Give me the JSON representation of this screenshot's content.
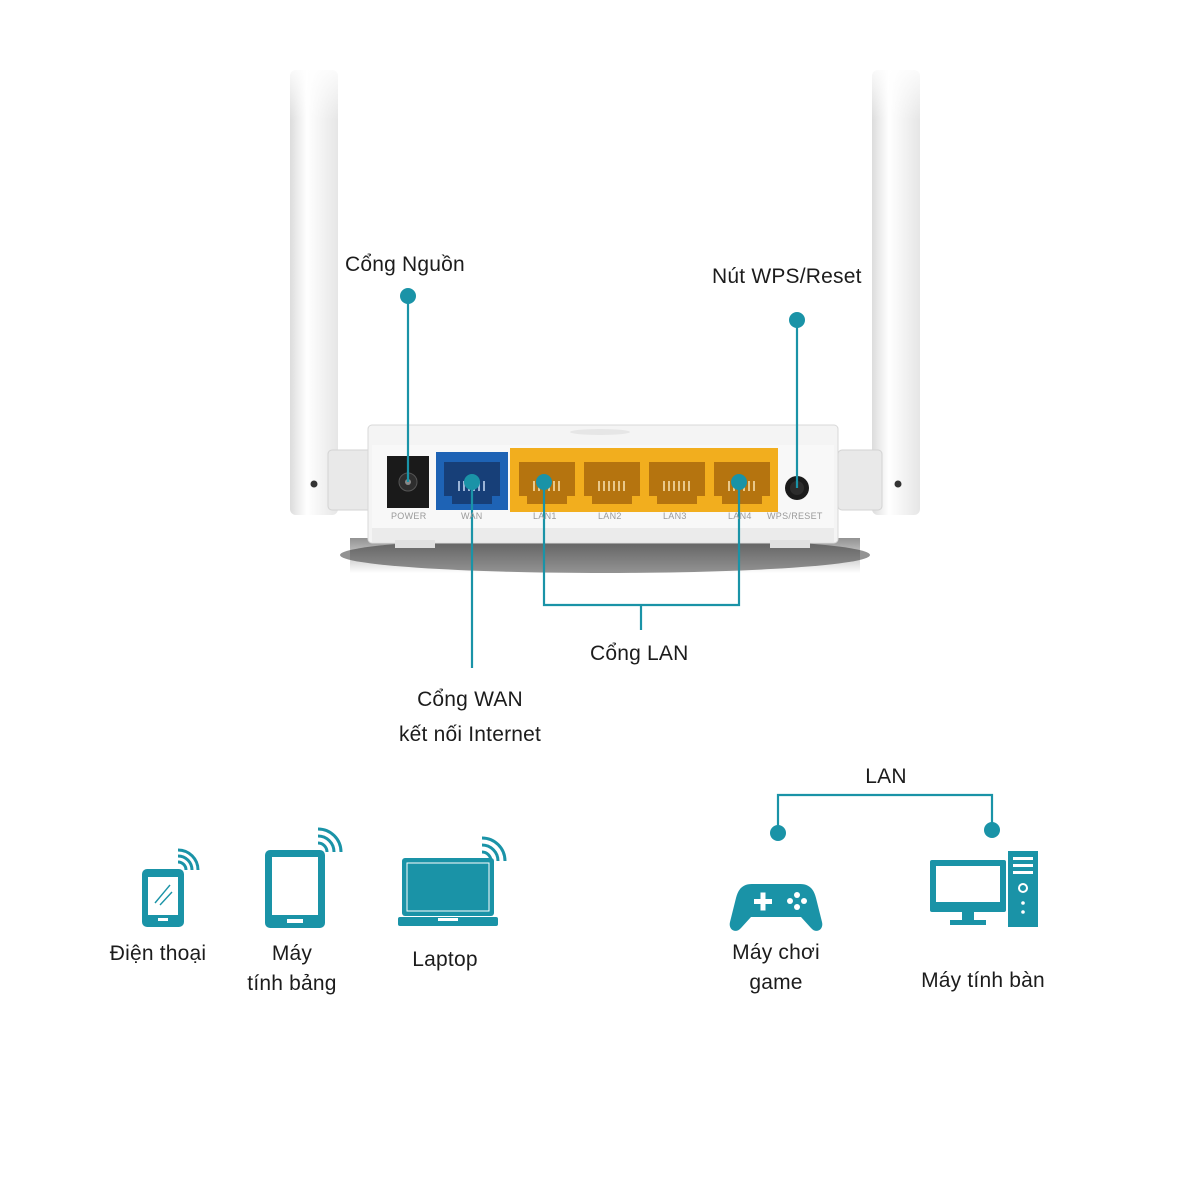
{
  "accent": "#1a93a7",
  "router": {
    "ports": [
      "POWER",
      "WAN",
      "LAN1",
      "LAN2",
      "LAN3",
      "LAN4",
      "WPS/RESET"
    ]
  },
  "callouts": {
    "power": "Cổng Nguồn",
    "wps_reset": "Nút WPS/Reset",
    "lan": "Cổng LAN",
    "wan_line1": "Cổng WAN",
    "wan_line2": "kết nối Internet"
  },
  "wireless_devices": [
    {
      "icon": "phone-icon",
      "label": "Điện thoại"
    },
    {
      "icon": "tablet-icon",
      "label_line1": "Máy",
      "label_line2": "tính bảng"
    },
    {
      "icon": "laptop-icon",
      "label": "Laptop"
    }
  ],
  "wired": {
    "title": "LAN",
    "devices": [
      {
        "icon": "gamepad-icon",
        "label_line1": "Máy chơi",
        "label_line2": "game"
      },
      {
        "icon": "desktop-icon",
        "label": "Máy tính bàn"
      }
    ]
  }
}
